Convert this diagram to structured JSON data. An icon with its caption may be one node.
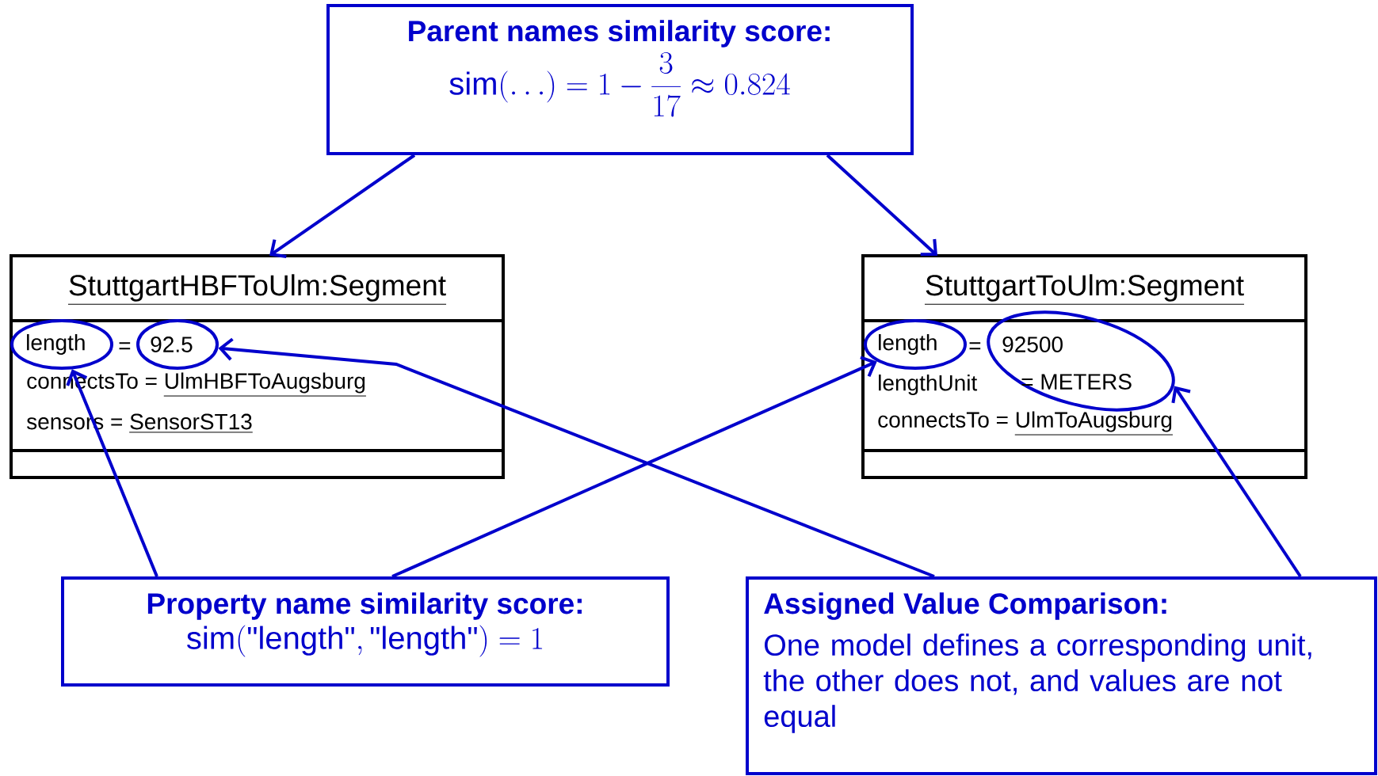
{
  "diagram": {
    "nodes": [
      {
        "text": [
          "Parent names similarity score:",
          "\\mathrm{sim}(\\ldots) = 1 - \\frac{3}{17} \\approx 0.824"
        ]
      },
      {
        "text": [
          "StuttgartHBFToUlm:Segment",
          "=",
          "connectsTo =",
          "UlmHBFToAugsburg",
          "sensors =",
          "SensorST13"
        ]
      },
      {
        "text": [
          "length"
        ],
        "in": 1
      },
      {
        "text": [
          "92.5"
        ],
        "in": 1
      },
      {
        "text": [
          "StuttgartToUlm:Segment",
          "=",
          "lengthUnit",
          "connectsTo =",
          "UlmToAugsburg"
        ]
      },
      {
        "text": [
          "length"
        ],
        "in": 4
      },
      {
        "text": [
          "92500",
          "= METERS"
        ],
        "in": 4
      },
      {
        "text": [
          "Property name similarity score:",
          "\\mathrm{sim}(\\text{\\textquotedbl length\\textquotedbl}, \\text{\\textquotedbl length\\textquotedbl}) = 1"
        ]
      },
      {
        "text": [
          "Assigned Value Comparison:",
          "One model defines a corresponding unit, the other does not, and values are not equal"
        ]
      }
    ],
    "edges": [
      {
        "from": 0,
        "to": 1,
        "arrow": "to"
      },
      {
        "from": 0,
        "to": 4,
        "arrow": "to"
      },
      {
        "from": 7,
        "to": 2,
        "arrow": "to"
      },
      {
        "from": 7,
        "to": 5,
        "arrow": "to"
      },
      {
        "from": 8,
        "to": 3,
        "arrow": "to"
      },
      {
        "from": 8,
        "to": 6,
        "arrow": "to"
      }
    ]
  }
}
